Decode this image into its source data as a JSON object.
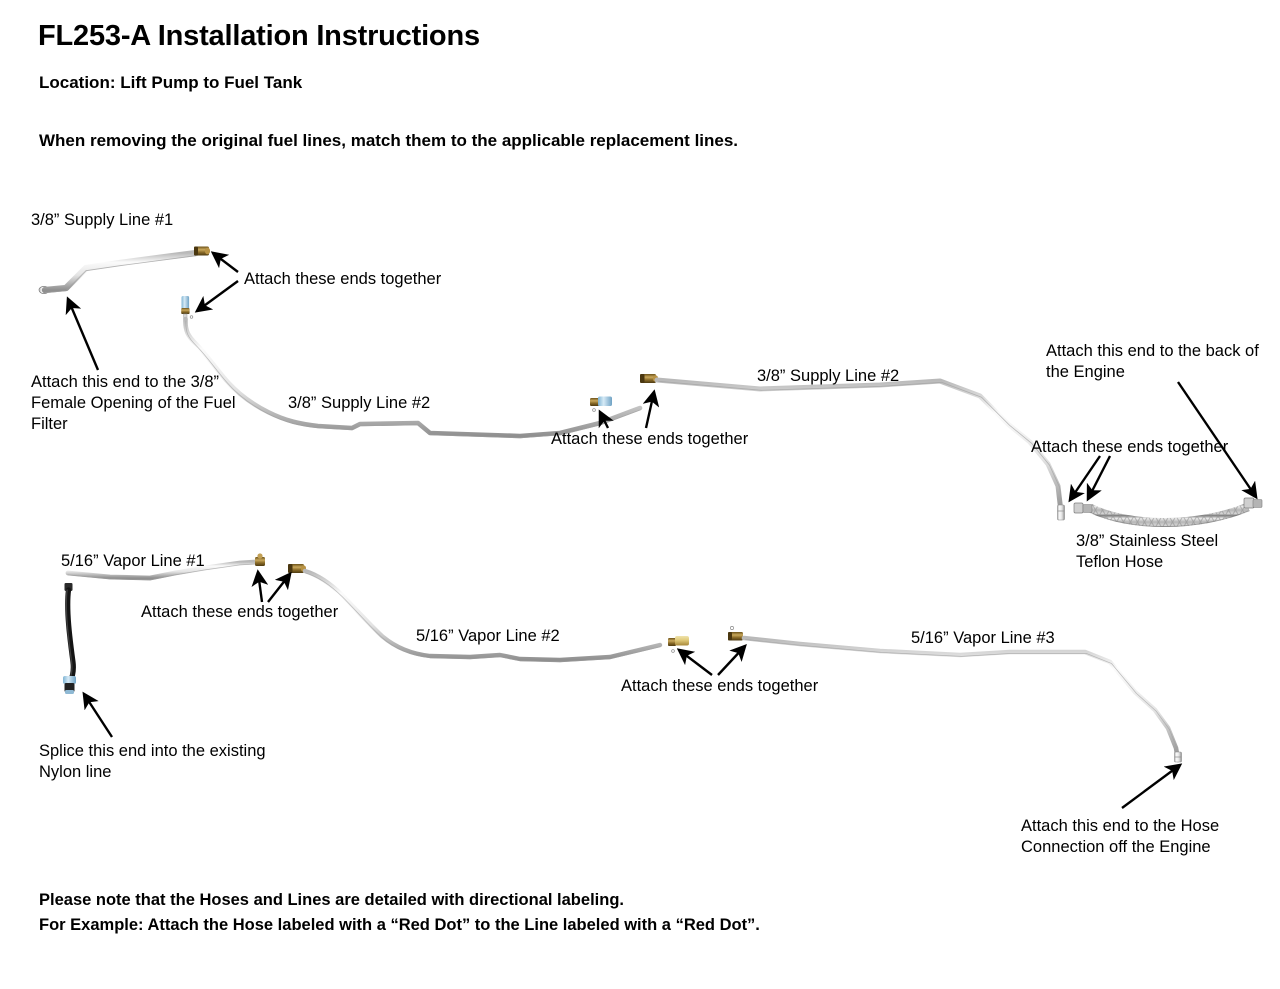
{
  "document": {
    "title": "FL253-A Installation Instructions",
    "location": "Location: Lift Pump to Fuel Tank",
    "instruction": "When removing the original fuel lines, match them to the applicable replacement lines.",
    "footer_line1": "Please note that the Hoses and Lines are detailed with directional labeling.",
    "footer_line2": "For Example: Attach the Hose labeled with a “Red Dot” to the Line labeled with a “Red Dot”."
  },
  "parts": {
    "supply_line_1": "3/8” Supply Line #1",
    "supply_line_2_left": "3/8” Supply Line #2",
    "supply_line_2_right": "3/8” Supply Line #2",
    "teflon_hose_line1": "3/8” Stainless Steel",
    "teflon_hose_line2": "Teflon Hose",
    "vapor_line_1": "5/16” Vapor Line #1",
    "vapor_line_2": "5/16” Vapor Line #2",
    "vapor_line_3": "5/16” Vapor Line #3"
  },
  "callouts": {
    "attach_ends_1": "Attach  these ends together",
    "attach_ends_2": "Attach  these ends together",
    "attach_ends_3": "Attach  these ends together",
    "attach_ends_4": "Attach  these ends together",
    "fuel_filter_line1": "Attach this end to the 3/8”",
    "fuel_filter_line2": "Female Opening of the Fuel",
    "fuel_filter_line3": "Filter",
    "engine_back_line1": "Attach this end to the back of",
    "engine_back_line2": "the Engine",
    "splice_line1": "Splice this end into the existing",
    "splice_line2": "Nylon line",
    "hose_connection_line1": "Attach this end to the Hose",
    "hose_connection_line2": "Connection off the Engine"
  },
  "colors": {
    "background": "#ffffff",
    "text": "#000000",
    "metal_line_light": "#f2f2f2",
    "metal_line_mid": "#c9c9c9",
    "metal_line_dark": "#8a8a8a",
    "brass_fitting": "#8a6b28",
    "brass_fitting_light": "#d8c27a",
    "blue_connector": "#a8cfe4",
    "black_hose": "#1a1a1a",
    "braid_light": "#e3e3e3",
    "braid_dark": "#9a9a9a",
    "arrow": "#000000"
  }
}
